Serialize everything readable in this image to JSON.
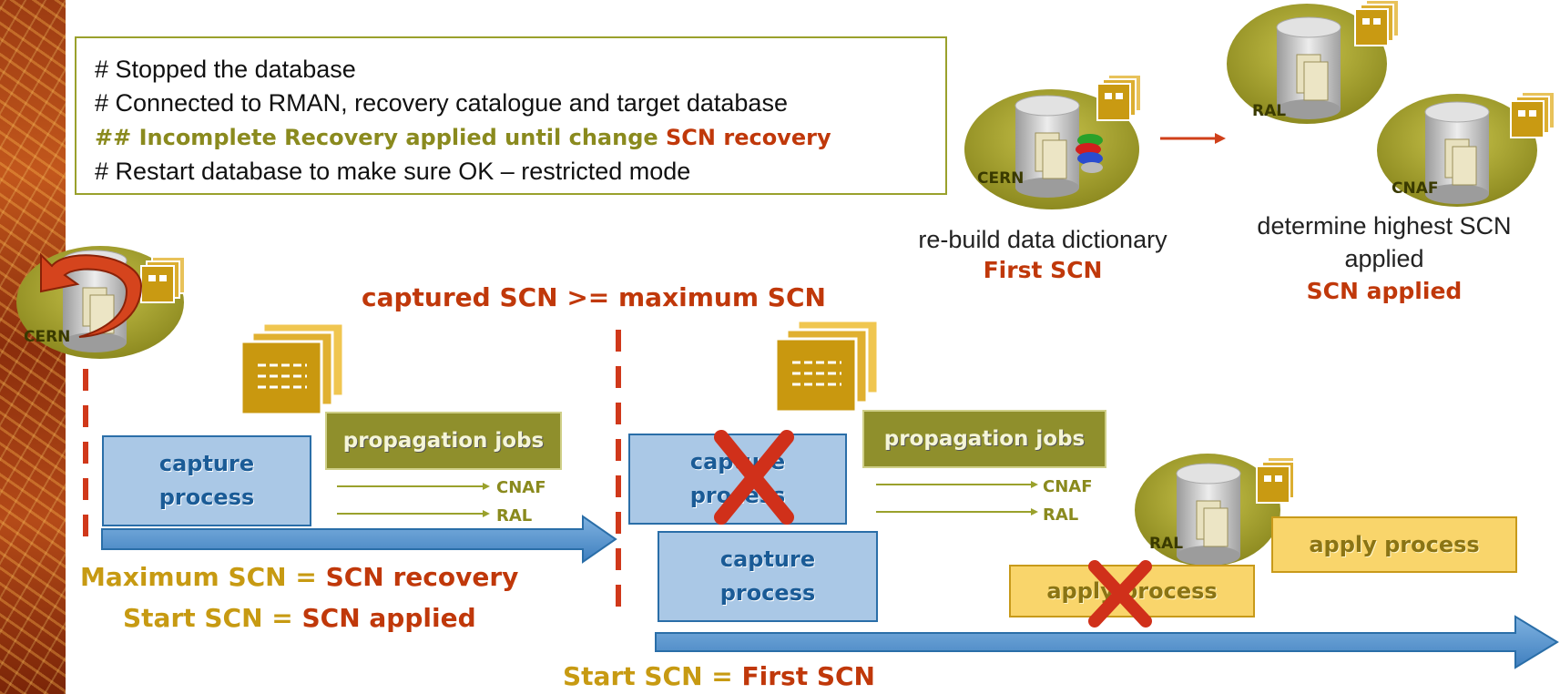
{
  "notes": [
    "# Stopped the database",
    "# Connected to RMAN, recovery catalogue and target database",
    {
      "prefix": "## Incomplete Recovery applied until change ",
      "red": "SCN recovery"
    },
    "# Restart database to make sure OK – restricted mode"
  ],
  "sites": {
    "cern": "CERN",
    "ral": "RAL",
    "cnaf": "CNAF"
  },
  "captions": {
    "rebuild_line1": "re-build data dictionary",
    "rebuild_red": "First SCN",
    "determine_line1": "determine highest SCN",
    "determine_line2": "applied",
    "determine_red": "SCN applied"
  },
  "condition": "captured SCN >= maximum SCN",
  "left_phase": {
    "capture": [
      "capture",
      "process"
    ],
    "propagation": "propagation jobs",
    "targets": [
      "CNAF",
      "RAL"
    ],
    "max_label": "Maximum SCN = ",
    "max_value": "SCN recovery",
    "start_label": "Start SCN = ",
    "start_value": "SCN applied"
  },
  "right_phase": {
    "capture_old": [
      "capture",
      "process"
    ],
    "capture_new": [
      "capture",
      "process"
    ],
    "propagation": "propagation jobs",
    "targets": [
      "CNAF",
      "RAL"
    ],
    "apply_old": "apply process",
    "apply_new": "apply process",
    "start_label": "Start SCN = ",
    "start_value": "First SCN"
  },
  "colors": {
    "olive": "#9aa12c",
    "red": "#c0380a",
    "blue_box": "#aac8e6",
    "gold": "#c79a12"
  }
}
